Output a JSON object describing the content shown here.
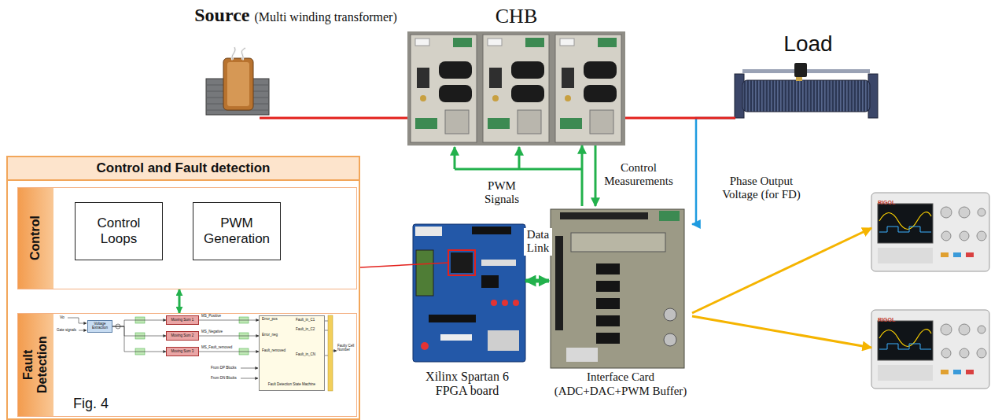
{
  "diagram": {
    "nodes": [
      {
        "text": [
          "Source",
          "(Multi winding transformer)"
        ]
      },
      {
        "text": [
          "CHB"
        ]
      },
      {
        "text": [
          "Load"
        ]
      },
      {
        "text": [
          "Xilinx Spartan 6 FPGA board"
        ]
      },
      {
        "text": [
          "Interface Card (ADC+DAC+PWM Buffer)"
        ]
      },
      {
        "text": [
          "RIGOL"
        ]
      },
      {
        "text": [
          "RIGOL"
        ]
      },
      {
        "text": [
          "Control and Fault detection"
        ]
      },
      {
        "text": [
          "Control"
        ],
        "in": 7
      },
      {
        "text": [
          "Control Loops"
        ],
        "in": 8
      },
      {
        "text": [
          "PWM Generation"
        ],
        "in": 8
      },
      {
        "text": [
          "Fault Detection",
          "Fig. 4"
        ],
        "in": 7
      },
      {
        "text": [
          "Voltage Extraction"
        ],
        "in": 11
      },
      {
        "text": [
          "Moving Sum 1"
        ],
        "in": 11
      },
      {
        "text": [
          "Moving Sum 2"
        ],
        "in": 11
      },
      {
        "text": [
          "Moving Sum 3"
        ],
        "in": 11
      },
      {
        "text": [
          "Error_pos",
          "Error_neg",
          "Fault_removed",
          "Fault_in_C1",
          "Fault_in_C2",
          "Fault_in_CN",
          "Fault Detection State Machine"
        ],
        "in": 11
      }
    ],
    "edges": [
      {
        "from": 4,
        "to": 1,
        "arrow": "to",
        "label": "PWM Signals"
      },
      {
        "from": 1,
        "to": 4,
        "arrow": "to",
        "label": "Control Measurements"
      },
      {
        "from": 2,
        "to": 4,
        "arrow": "to",
        "label": "Phase Output Voltage (for FD)"
      },
      {
        "from": 3,
        "to": 4,
        "arrow": "both",
        "label": "Data Link"
      },
      {
        "from": 4,
        "to": 5,
        "arrow": "to"
      },
      {
        "from": 4,
        "to": 6,
        "arrow": "to"
      },
      {
        "from": 0,
        "to": 1,
        "arrow": "none"
      },
      {
        "from": 1,
        "to": 2,
        "arrow": "none"
      },
      {
        "from": 7,
        "to": 3,
        "arrow": "none"
      },
      {
        "from": 8,
        "to": 11,
        "arrow": "both"
      },
      {
        "from": 12,
        "to": 13,
        "arrow": "to"
      },
      {
        "from": 12,
        "to": 14,
        "arrow": "to"
      },
      {
        "from": 12,
        "to": 15,
        "arrow": "to"
      },
      {
        "from": 13,
        "to": 16,
        "arrow": "to",
        "label": "MS_Positive"
      },
      {
        "from": 14,
        "to": 16,
        "arrow": "to",
        "label": "MS_Negative"
      },
      {
        "from": 15,
        "to": 16,
        "arrow": "to",
        "label": "MS_Fault_removed"
      }
    ],
    "labels": [
      "Vo",
      "Gate signals",
      "From DP Blocks",
      "From DN Blocks",
      "Faulty Cell Number"
    ]
  }
}
